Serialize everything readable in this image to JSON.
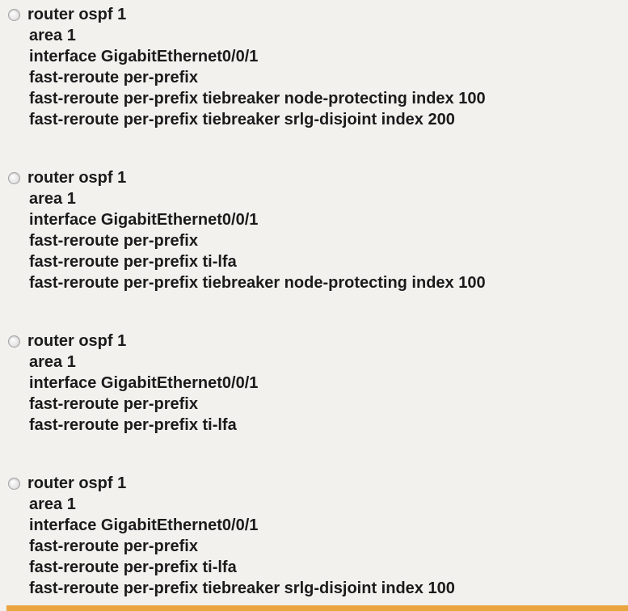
{
  "page": {
    "background_color": "#f2f1ee",
    "text_color": "#1b1b1b",
    "accent_bar_color": "#eaa53e"
  },
  "options": [
    {
      "id": 1,
      "selected": false,
      "lines": [
        "router ospf 1",
        "area 1",
        "interface GigabitEthernet0/0/1",
        "fast-reroute per-prefix",
        "fast-reroute per-prefix tiebreaker node-protecting index 100",
        "fast-reroute per-prefix tiebreaker srlg-disjoint index 200"
      ]
    },
    {
      "id": 2,
      "selected": false,
      "lines": [
        "router ospf 1",
        "area 1",
        "interface GigabitEthernet0/0/1",
        "fast-reroute per-prefix",
        "fast-reroute per-prefix ti-lfa",
        "fast-reroute per-prefix tiebreaker node-protecting index 100"
      ]
    },
    {
      "id": 3,
      "selected": false,
      "lines": [
        "router ospf 1",
        "area 1",
        "interface GigabitEthernet0/0/1",
        "fast-reroute per-prefix",
        "fast-reroute per-prefix ti-lfa"
      ]
    },
    {
      "id": 4,
      "selected": false,
      "lines": [
        "router ospf 1",
        "area 1",
        "interface GigabitEthernet0/0/1",
        "fast-reroute per-prefix",
        "fast-reroute per-prefix ti-lfa",
        "fast-reroute per-prefix tiebreaker srlg-disjoint index 100"
      ]
    }
  ]
}
